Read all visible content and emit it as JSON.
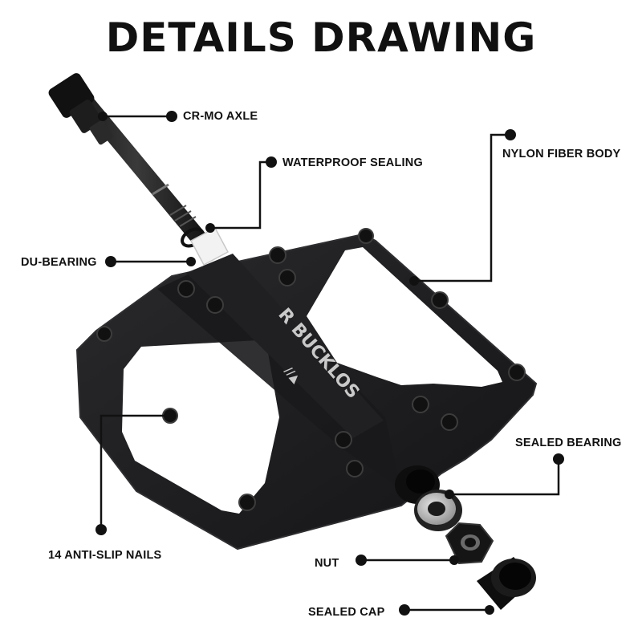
{
  "title": "DETAILS DRAWING",
  "brand": {
    "logo_text": "R BUCKLOS",
    "logo_mark": "//▲"
  },
  "callouts": {
    "axle": "CR-MO AXLE",
    "sealing": "WATERPROOF SEALING",
    "du_bearing": "DU-BEARING",
    "body": "NYLON FIBER BODY",
    "sealed_bearing": "SEALED BEARING",
    "nails": "14 ANTI-SLIP NAILS",
    "nut": "NUT",
    "cap": "SEALED CAP"
  },
  "colors": {
    "pedal_body": "#1c1c1e",
    "pedal_edge": "#2e2e31",
    "leader_line": "#111111",
    "sealing_ring": "#f2f2f2",
    "bearing_metal": "#b8b8b8"
  }
}
